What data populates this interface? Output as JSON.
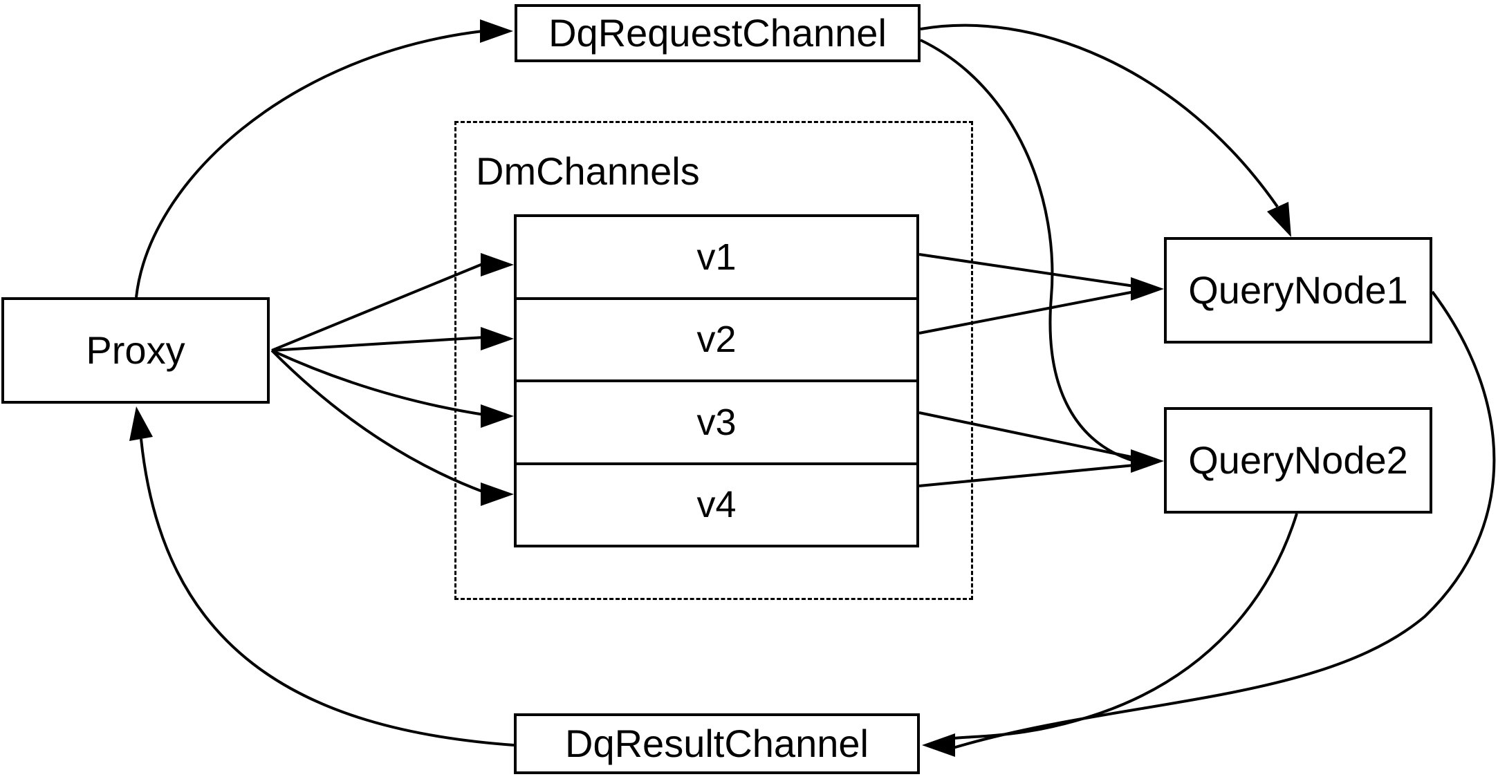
{
  "diagram": {
    "background": "#ffffff",
    "stroke_color": "#000000",
    "nodes": {
      "dq_request": {
        "label": "DqRequestChannel"
      },
      "proxy": {
        "label": "Proxy"
      },
      "dm_channels": {
        "label": "DmChannels",
        "items": [
          {
            "label": "v1"
          },
          {
            "label": "v2"
          },
          {
            "label": "v3"
          },
          {
            "label": "v4"
          }
        ]
      },
      "query_node1": {
        "label": "QueryNode1"
      },
      "query_node2": {
        "label": "QueryNode2"
      },
      "dq_result": {
        "label": "DqResultChannel"
      }
    },
    "edges": [
      {
        "from": "Proxy",
        "to": "DqRequestChannel"
      },
      {
        "from": "Proxy",
        "to": "v1"
      },
      {
        "from": "Proxy",
        "to": "v2"
      },
      {
        "from": "Proxy",
        "to": "v3"
      },
      {
        "from": "Proxy",
        "to": "v4"
      },
      {
        "from": "v1",
        "to": "QueryNode1"
      },
      {
        "from": "v2",
        "to": "QueryNode1"
      },
      {
        "from": "v3",
        "to": "QueryNode2"
      },
      {
        "from": "v4",
        "to": "QueryNode2"
      },
      {
        "from": "DqRequestChannel",
        "to": "QueryNode1"
      },
      {
        "from": "DqRequestChannel",
        "to": "QueryNode2"
      },
      {
        "from": "QueryNode1",
        "to": "DqResultChannel"
      },
      {
        "from": "QueryNode2",
        "to": "DqResultChannel"
      },
      {
        "from": "DqResultChannel",
        "to": "Proxy"
      }
    ]
  }
}
